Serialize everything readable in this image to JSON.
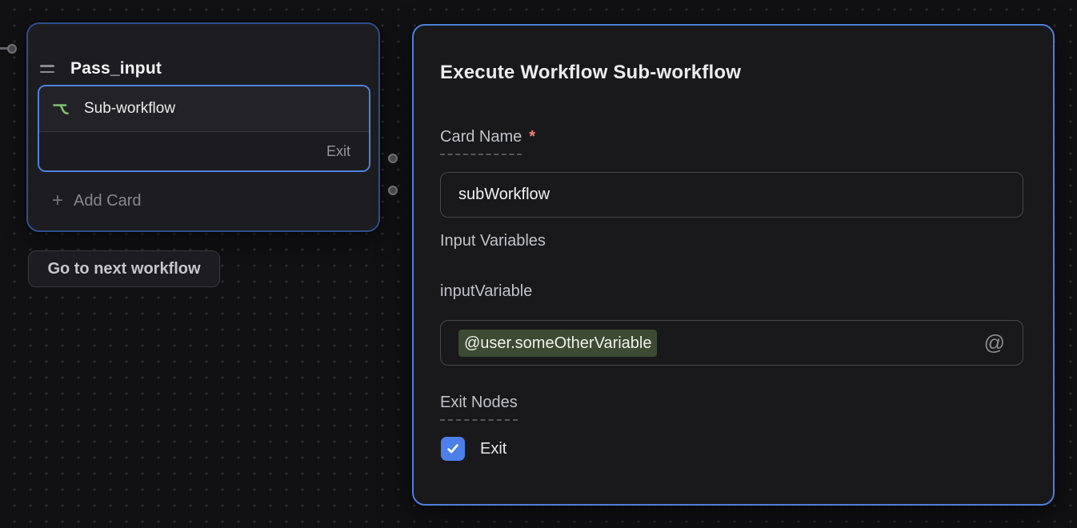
{
  "canvas": {
    "bg_color": "#111113",
    "dot_color": "#2c2c2f"
  },
  "node": {
    "title": "Pass_input",
    "card": {
      "label": "Sub-workflow",
      "exit_label": "Exit",
      "icon": "sub-workflow-curve-icon",
      "icon_color": "#7cc36c",
      "border_color": "#4d82e0"
    },
    "add_card_plus": "+",
    "add_card_label": "Add Card",
    "border_color": "#2e4f8c"
  },
  "next_button": {
    "label": "Go to next workflow"
  },
  "panel": {
    "title": "Execute Workflow Sub-workflow",
    "border_color": "#4d80dc",
    "card_name": {
      "label": "Card Name",
      "required_mark": "*",
      "required_color": "#ef8578",
      "value": "subWorkflow"
    },
    "input_variables_label": "Input Variables",
    "input_variable": {
      "label": "inputVariable",
      "value": "@user.someOtherVariable",
      "chip_bg": "#3d4a34"
    },
    "at_icon": "@",
    "exit_nodes": {
      "label": "Exit Nodes",
      "checkbox_label": "Exit",
      "checked": true,
      "checkbox_color": "#4c80e8"
    }
  }
}
